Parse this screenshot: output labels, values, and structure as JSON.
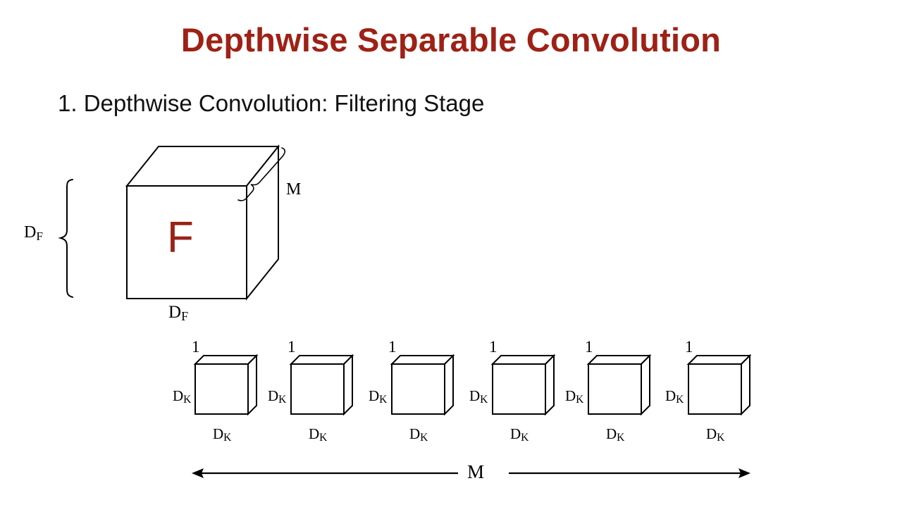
{
  "slide": {
    "title": "Depthwise Separable Convolution",
    "title_color": "#9e2116",
    "subtitle": "1. Depthwise Convolution: Filtering Stage",
    "background_color": "#ffffff"
  },
  "input_volume": {
    "face_letter": "F",
    "face_letter_color": "#9b2217",
    "height_label": "D",
    "height_label_sub": "F",
    "width_label": "D",
    "width_label_sub": "F",
    "depth_label": "M"
  },
  "kernels": {
    "count": 6,
    "depth_label": "1",
    "side_label": "D",
    "side_label_sub": "K",
    "bottom_label": "D",
    "bottom_label_sub": "K",
    "items": [
      {
        "depth": "1",
        "left": "D",
        "left_sub": "K",
        "bottom": "D",
        "bottom_sub": "K"
      },
      {
        "depth": "1",
        "left": "D",
        "left_sub": "K",
        "bottom": "D",
        "bottom_sub": "K"
      },
      {
        "depth": "1",
        "left": "D",
        "left_sub": "K",
        "bottom": "D",
        "bottom_sub": "K"
      },
      {
        "depth": "1",
        "left": "D",
        "left_sub": "K",
        "bottom": "D",
        "bottom_sub": "K"
      },
      {
        "depth": "1",
        "left": "D",
        "left_sub": "K",
        "bottom": "D",
        "bottom_sub": "K"
      },
      {
        "depth": "1",
        "left": "D",
        "left_sub": "K",
        "bottom": "D",
        "bottom_sub": "K"
      }
    ]
  },
  "kernel_count_arrow": {
    "label": "M"
  }
}
